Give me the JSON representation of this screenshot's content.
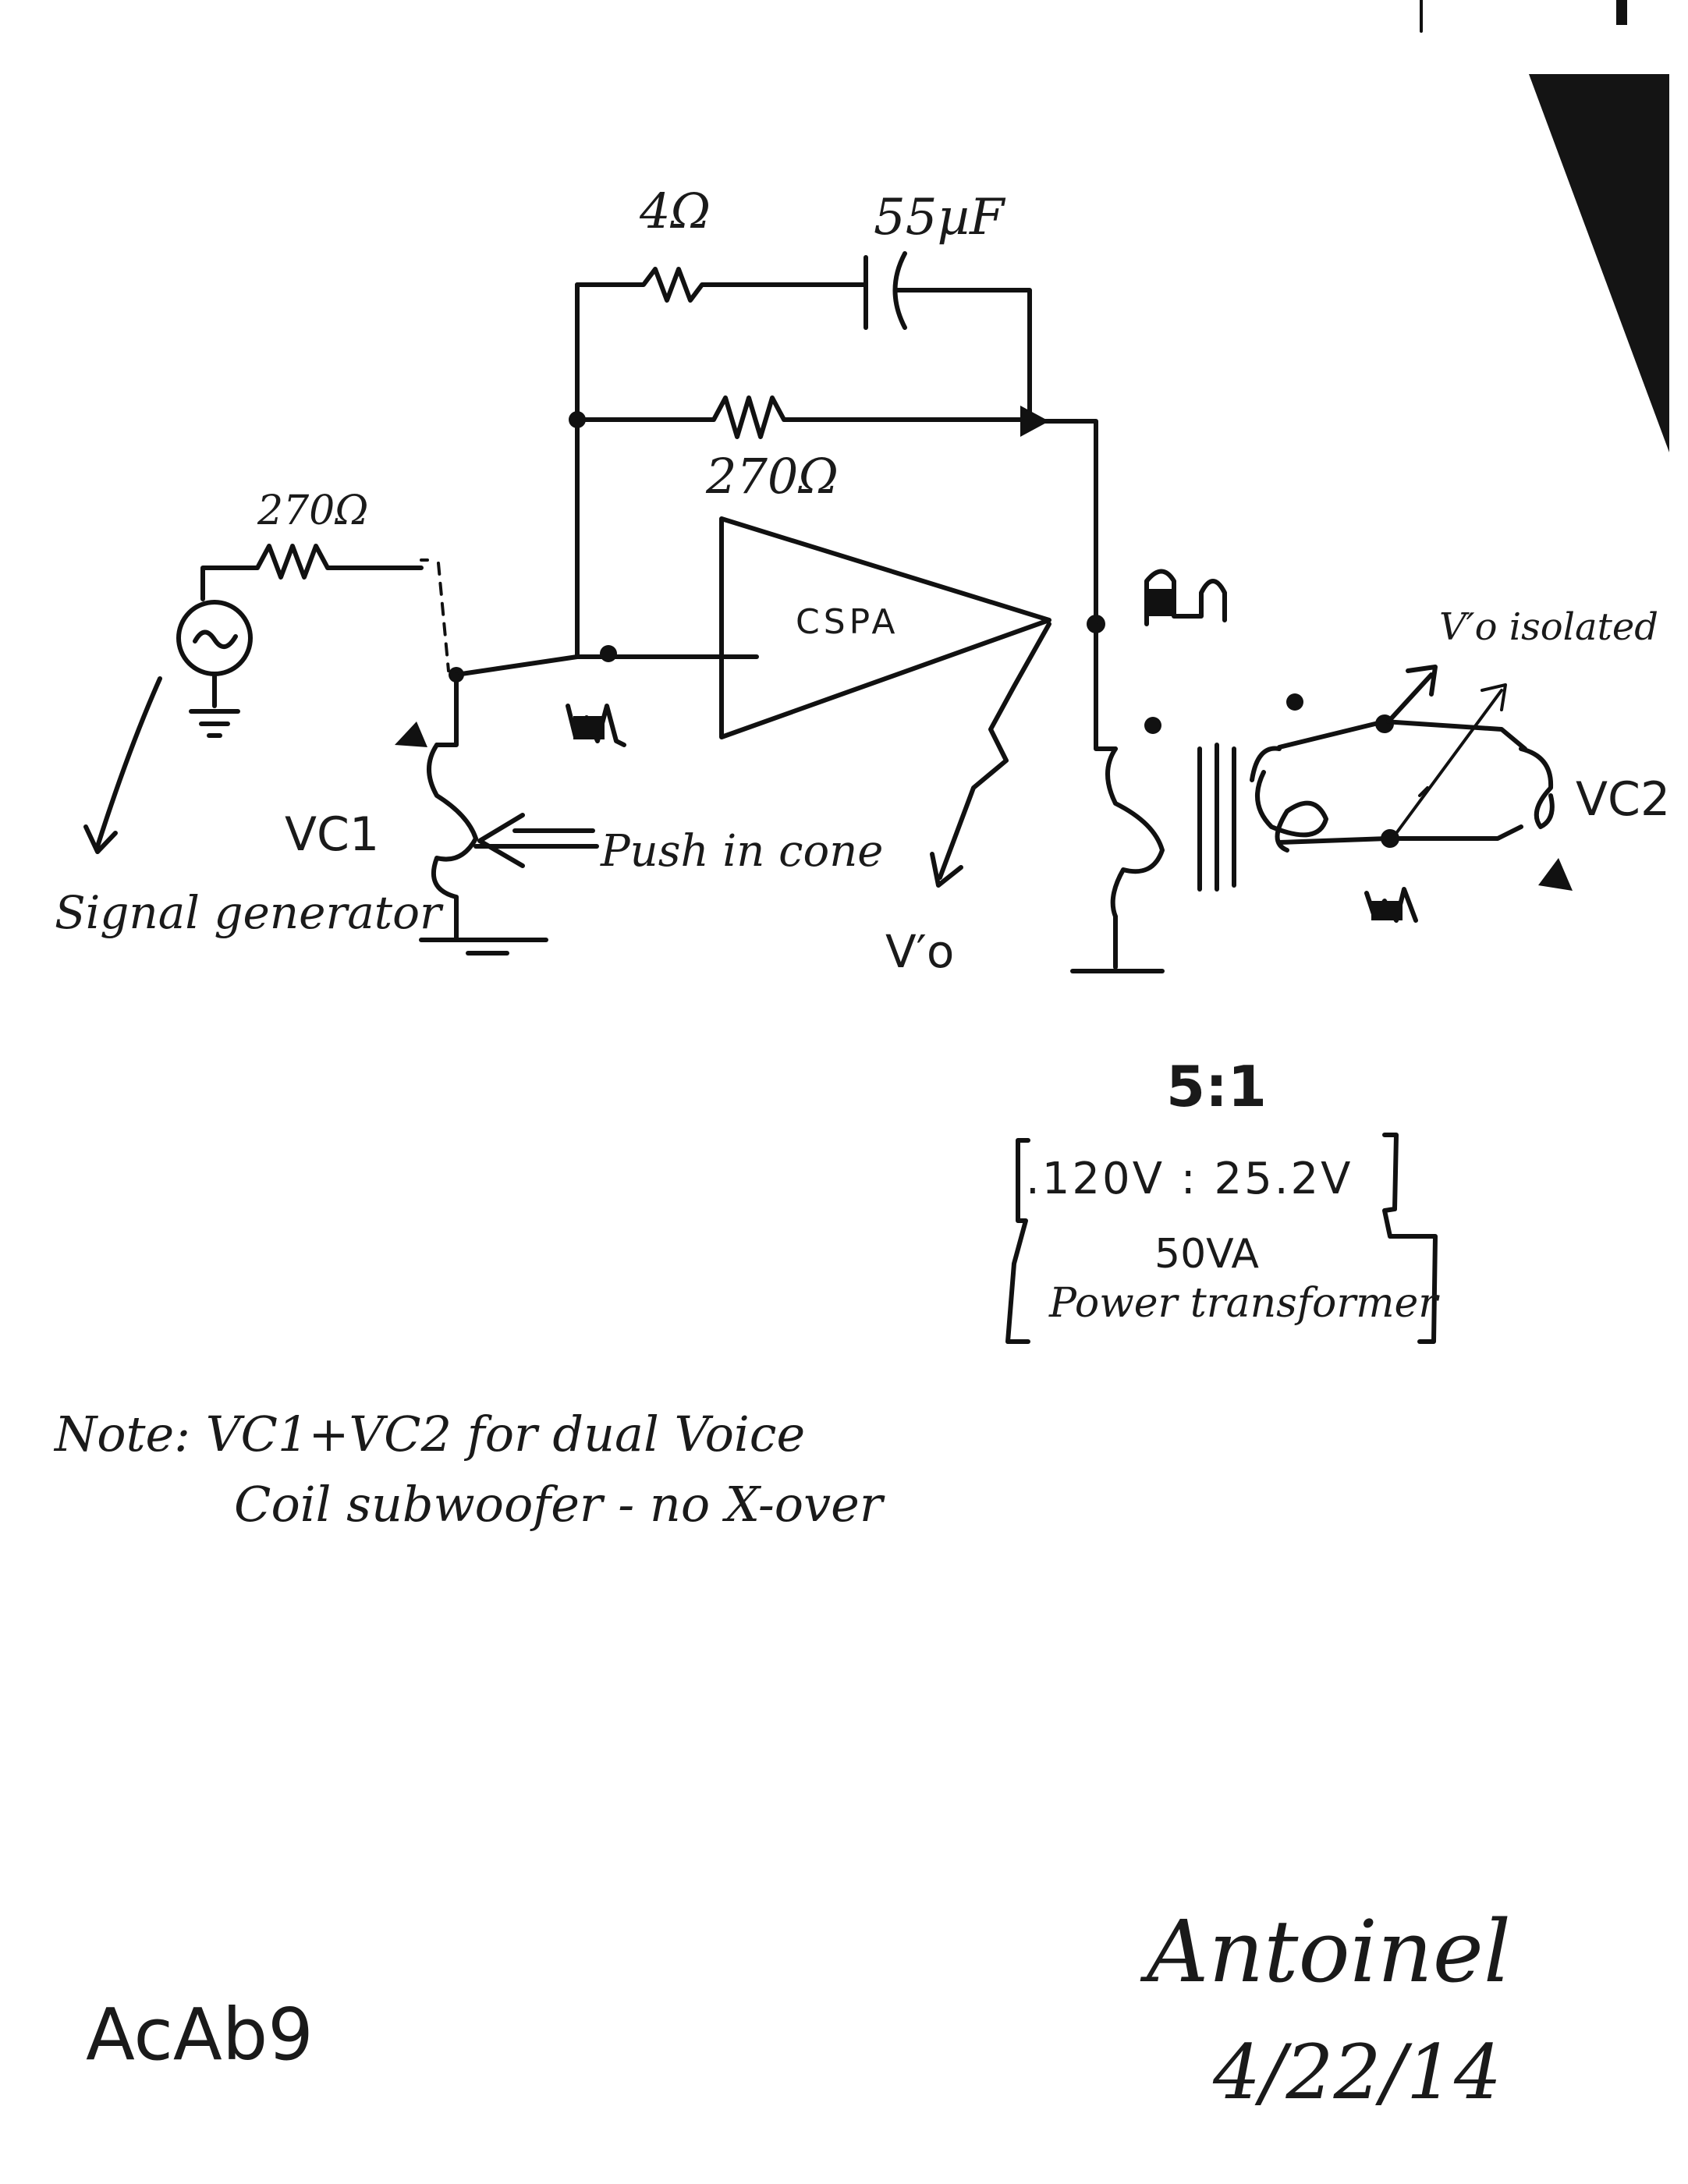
{
  "components": {
    "r_series": "4Ω",
    "c_series": "55µF",
    "r_feedback": "270Ω",
    "r_input": "270Ω",
    "amplifier": "CSPA"
  },
  "labels": {
    "signal_generator": "Signal generator",
    "vc1": "VC1",
    "vc2": "VC2",
    "push_in_cone": "Push in cone",
    "vo_prime": "V′o",
    "vo_isolated": "V′o isolated"
  },
  "transformer": {
    "ratio": "5:1",
    "voltages": ".120V : 25.2V",
    "rating": "50VA",
    "type": "Power transformer"
  },
  "note": {
    "line1": "Note: VC1+VC2 for dual Voice",
    "line2": "Coil subwoofer - no X-over"
  },
  "footer": {
    "code": "AcAb9",
    "signature": "Antoinel",
    "date": "4/22/14"
  }
}
